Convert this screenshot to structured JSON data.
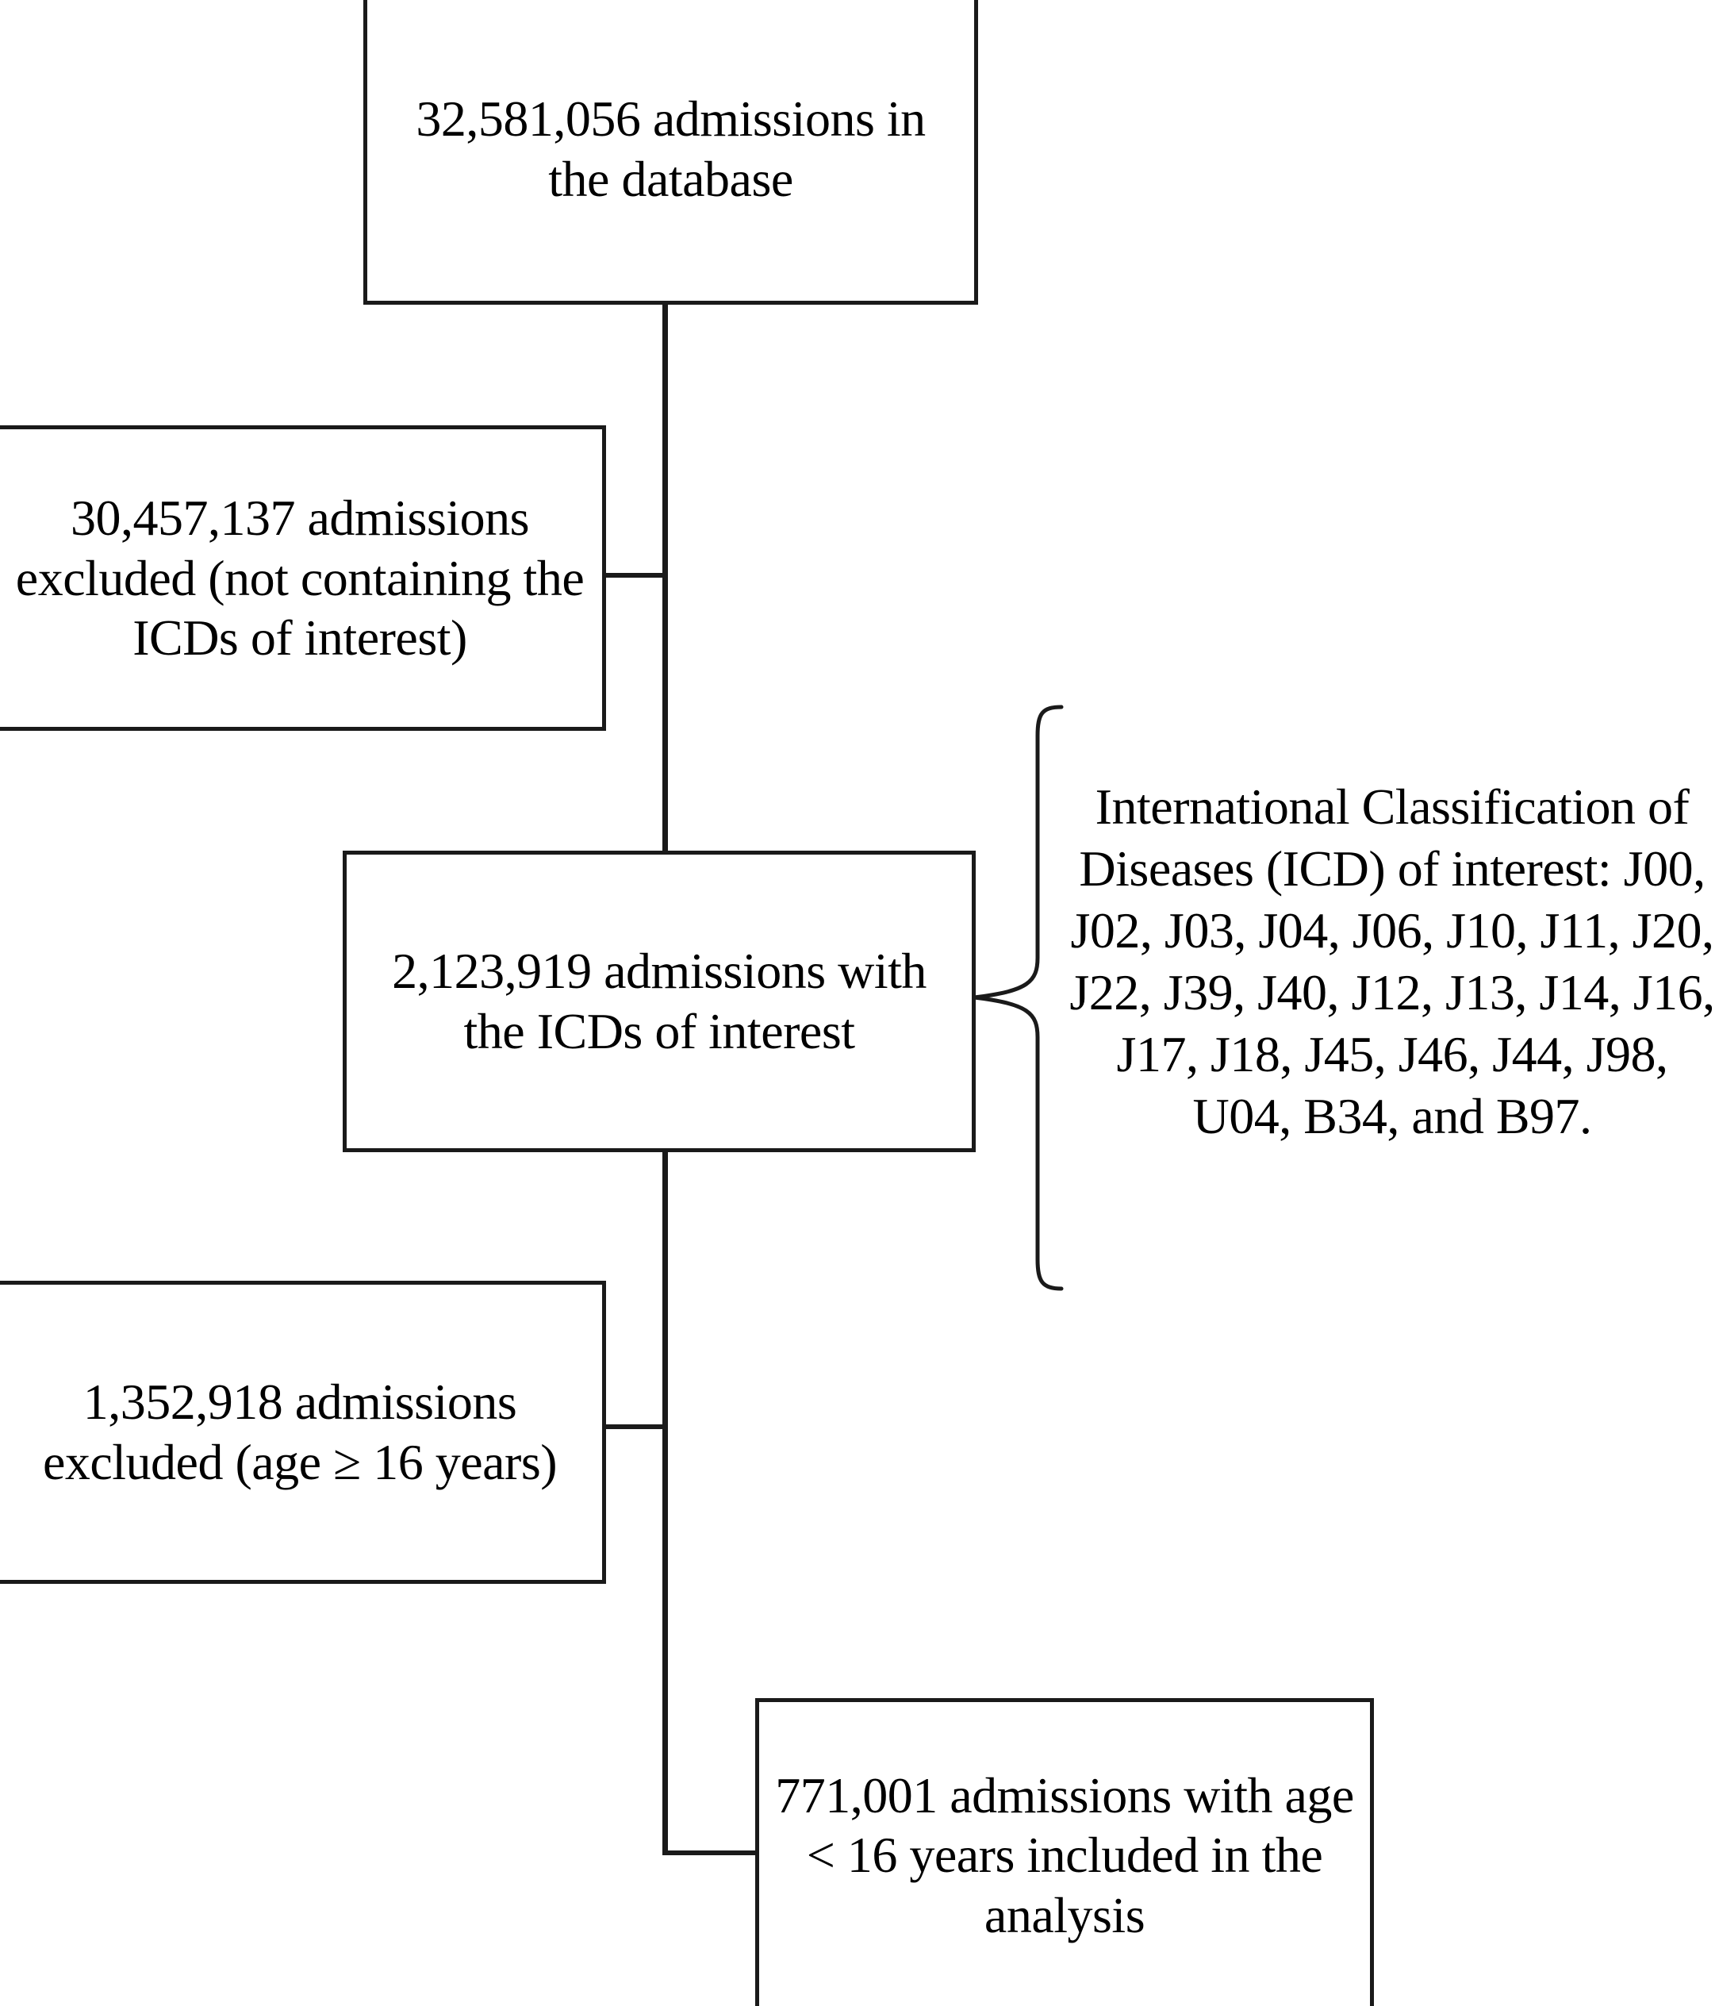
{
  "diagram": {
    "type": "study-flow-diagram",
    "orientation": "vertical",
    "line_color": "#1a1a1a",
    "background_color": "#ffffff"
  },
  "boxes": {
    "total_admissions": {
      "text": "32,581,056 admissions in the database",
      "count": "32,581,056"
    },
    "excluded_icd": {
      "text": "30,457,137 admissions excluded (not containing the ICDs of interest)",
      "count": "30,457,137"
    },
    "with_icd": {
      "text": "2,123,919 admissions with the ICDs of interest",
      "count": "2,123,919"
    },
    "excluded_age": {
      "text": "1,352,918 admissions excluded (age ≥ 16 years)",
      "count": "1,352,918"
    },
    "included": {
      "text": "771,001 admissions with age < 16 years included in the analysis",
      "count": "771,001"
    }
  },
  "annotations": {
    "icd_note": {
      "text": "International Classification of Diseases (ICD) of interest: J00, J02, J03, J04, J06, J10, J11, J20, J22, J39, J40, J12, J13, J14, J16, J17, J18, J45, J46, J44, J98, U04, B34, and B97.",
      "codes": [
        "J00",
        "J02",
        "J03",
        "J04",
        "J06",
        "J10",
        "J11",
        "J20",
        "J22",
        "J39",
        "J40",
        "J12",
        "J13",
        "J14",
        "J16",
        "J17",
        "J18",
        "J45",
        "J46",
        "J44",
        "J98",
        "U04",
        "B34",
        "B97"
      ]
    }
  }
}
